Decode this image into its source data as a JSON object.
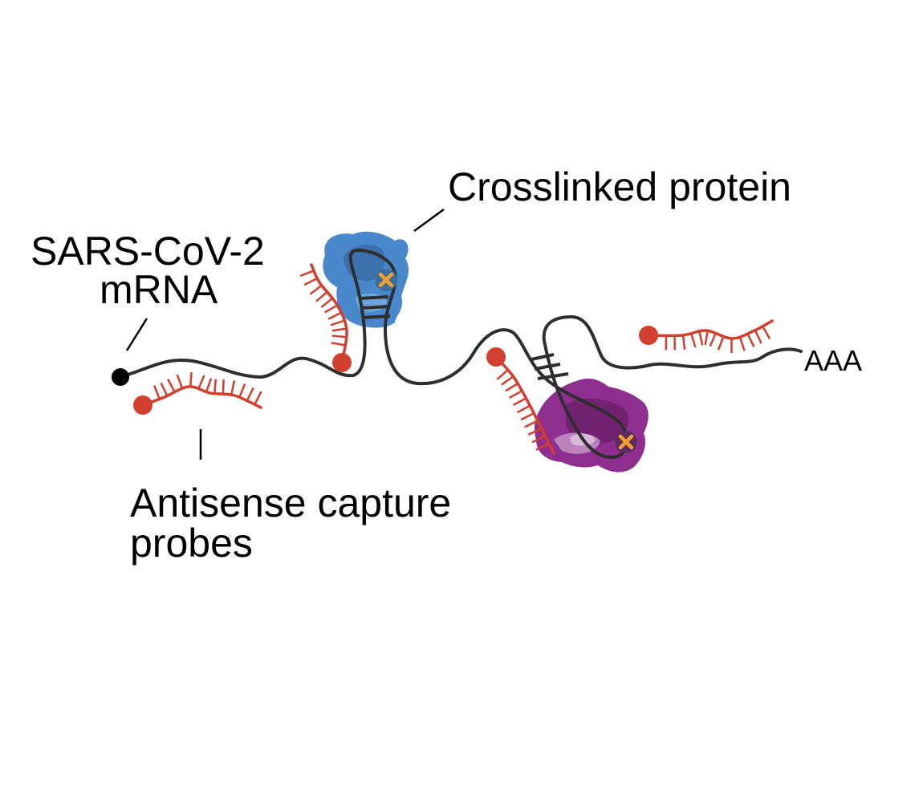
{
  "labels": {
    "mrna_line1": "SARS-CoV-2",
    "mrna_line2": "mRNA",
    "protein": "Crosslinked protein",
    "probes_line1": "Antisense capture",
    "probes_line2": "probes",
    "polya": "AAA"
  },
  "colors": {
    "rna": "#2e2e2e",
    "probe": "#d23f2e",
    "protein_blue": "#4a88cc",
    "protein_purple": "#8e2f8f",
    "crosslink": "#f0a030"
  }
}
